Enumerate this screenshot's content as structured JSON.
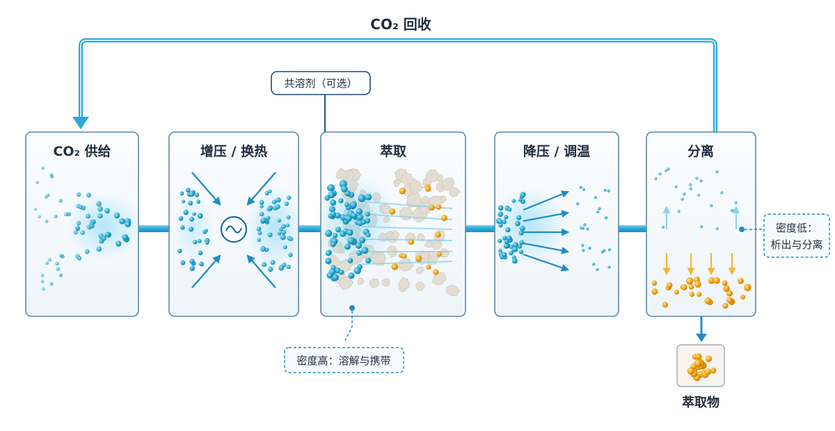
{
  "recycle_label": "CO₂ 回收",
  "cosolvent_label": "共溶剂（可选）",
  "stages": [
    {
      "id": "supply",
      "title": "CO₂ 供给"
    },
    {
      "id": "pressurize",
      "title": "增压 / 换热"
    },
    {
      "id": "extract",
      "title": "萃取"
    },
    {
      "id": "depressurize",
      "title": "降压 / 调温"
    },
    {
      "id": "separate",
      "title": "分离"
    }
  ],
  "notes": {
    "high_density": "密度高：溶解与携带",
    "low_density_line1": "密度低：",
    "low_density_line2": "析出与分离"
  },
  "output_label": "萃取物",
  "colors": {
    "flow_line": "#2aa7d8",
    "co2_molecule": "#2aa9cf",
    "extract_particle": "#f0a81c",
    "matrix": "#e3ddd2",
    "panel_border": "#5b86a8",
    "panel_fill": "#f5f9fc"
  }
}
